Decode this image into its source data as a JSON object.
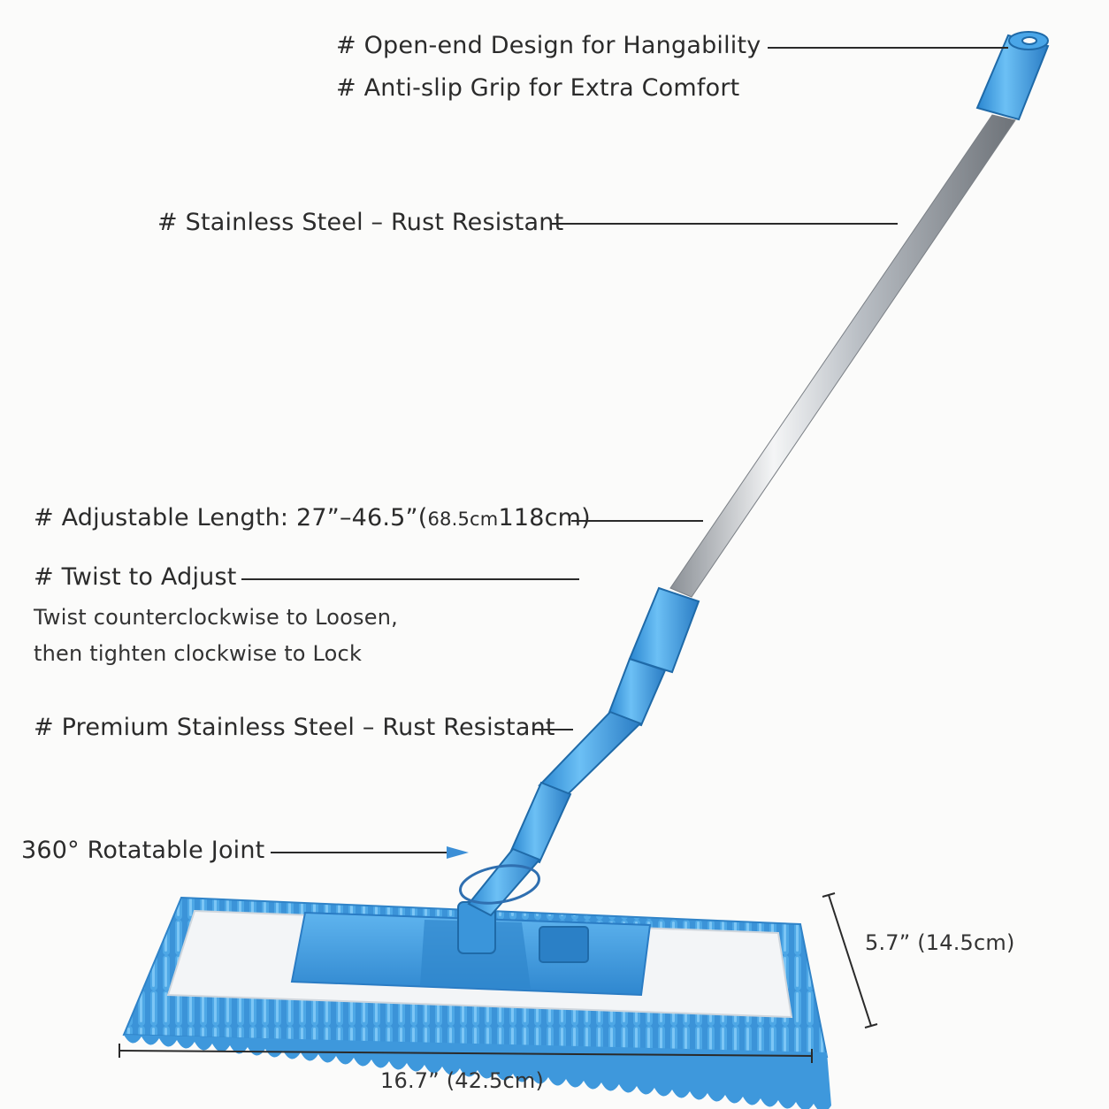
{
  "callouts": {
    "hang": "# Open-end Design for Hangability",
    "grip": "# Anti-slip Grip for Extra Comfort",
    "steel_top": "# Stainless Steel – Rust Resistant",
    "length_prefix": "# Adjustable Length: 27”–46.5”(",
    "length_small": "68.5cm",
    "length_suffix": "118cm)",
    "twist_title": "# Twist to Adjust",
    "twist_line1": "Twist counterclockwise to Loosen,",
    "twist_line2": "then tighten clockwise to Lock",
    "steel_bottom": "# Premium Stainless Steel  – Rust Resistant",
    "joint": "360° Rotatable Joint"
  },
  "dimensions": {
    "depth": "5.7” (14.5cm)",
    "width": "16.7” (42.5cm)"
  },
  "colors": {
    "mop_blue": "#3c9be0",
    "mop_blue_dark": "#2a7cc4",
    "steel": "#c9cdd2",
    "line": "#2a2a2a",
    "background": "#fbfbfa"
  }
}
